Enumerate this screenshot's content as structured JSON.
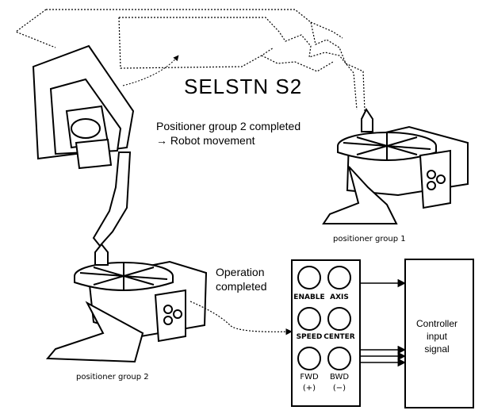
{
  "title": "SELSTN S2",
  "notes": {
    "group2_line1": "Positioner group 2 completed",
    "group2_line2": "→ Robot movement",
    "operation_line1": "Operation",
    "operation_line2": "completed"
  },
  "captions": {
    "group1": "positioner group 1",
    "group2": "positioner group 2"
  },
  "panel": {
    "enable": "ENABLE",
    "axis": "AXIS",
    "speed": "SPEED",
    "center": "CENTER",
    "fwd": "FWD",
    "fwd_sign": "(+)",
    "bwd": "BWD",
    "bwd_sign": "(−)"
  },
  "controller": {
    "line1": "Controller",
    "line2": "input",
    "line3": "signal"
  }
}
